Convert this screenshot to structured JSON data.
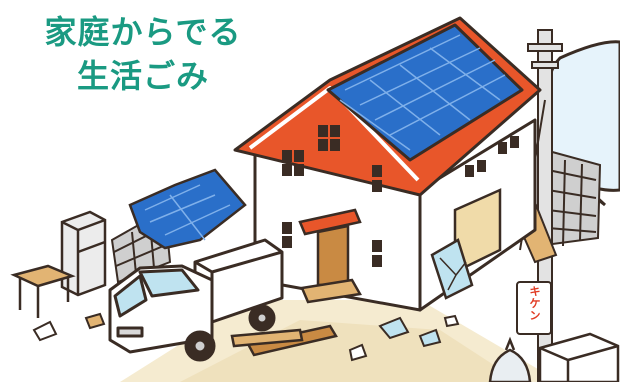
{
  "title": {
    "line1": "家庭からでる",
    "line2": "生活ごみ",
    "color": "#1a9a82"
  },
  "sign": {
    "text": "キケン",
    "color": "#e03b24"
  },
  "palette": {
    "roof": "#e8562a",
    "tarp": "#2a6fc9",
    "ground": "#f5ebd0",
    "outline": "#3a2c24"
  },
  "icons": [
    "house-illustration",
    "blue-tarp-roof",
    "light-truck",
    "utility-pole",
    "danger-sign",
    "cinder-block-wall",
    "refrigerator",
    "wooden-table",
    "broken-window",
    "lumber-planks",
    "speech-bubble"
  ]
}
